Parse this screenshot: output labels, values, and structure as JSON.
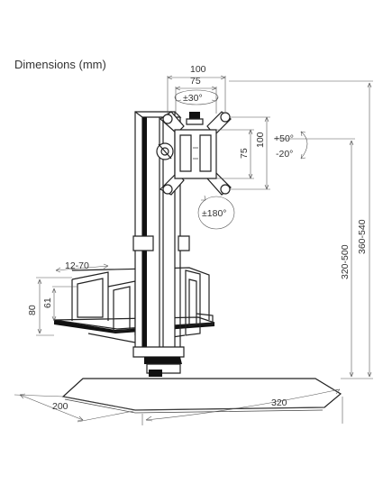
{
  "title": "Dimensions (mm)",
  "dimensions": {
    "vesa_width_outer": "100",
    "vesa_width_inner": "75",
    "swivel": "±30°",
    "vesa_height_inner": "75",
    "vesa_height_outer": "100",
    "tilt_up": "+50°",
    "tilt_down": "-20°",
    "rotation": "±180°",
    "height_range_total": "360-540",
    "height_range_mount": "320-500",
    "cpu_holder_width": "12-70",
    "cpu_holder_height_outer": "80",
    "cpu_holder_height_inner": "61",
    "base_depth": "200",
    "base_width": "320"
  }
}
